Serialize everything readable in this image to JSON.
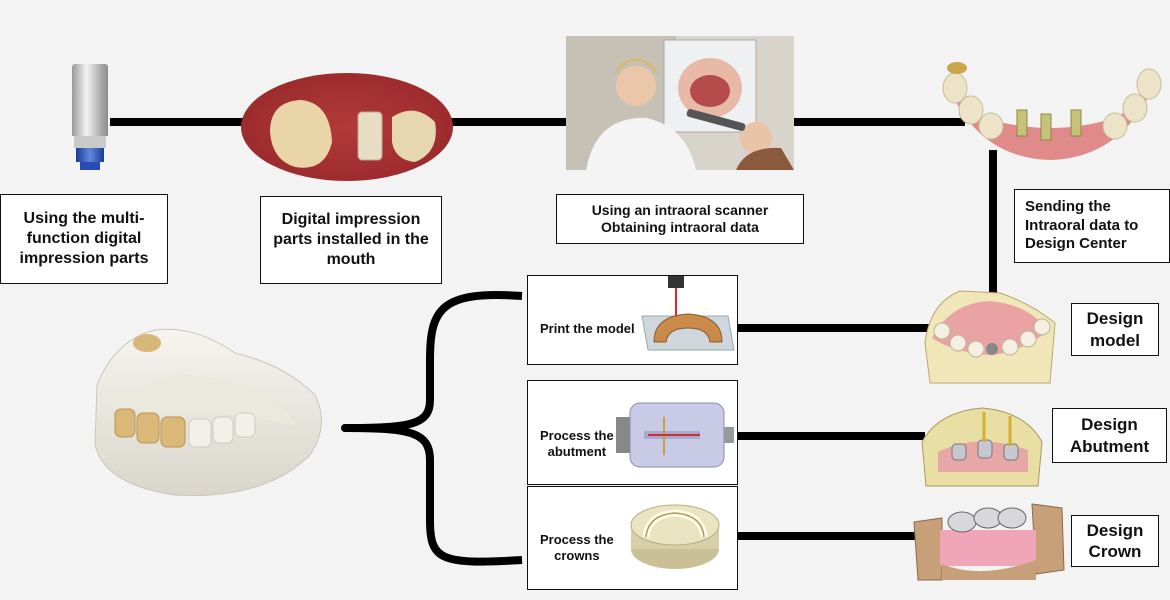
{
  "steps": {
    "impression_parts": "Using the multi-function digital impression parts",
    "installed_mouth": "Digital impression parts installed in the mouth",
    "intraoral_scanner": "Using an intraoral scanner\nObtaining intraoral data",
    "sending_data": "Sending the Intraoral data to Design Center"
  },
  "manufacturing": {
    "print_model": "Print the model",
    "process_abutment": "Process the\nabutment",
    "process_crowns": "Process the\ncrowns"
  },
  "design": {
    "model": "Design\nmodel",
    "abutment": "Design\nAbutment",
    "crown": "Design\nCrown"
  },
  "icons": [
    "scan-body-icon",
    "mouth-photo-icon",
    "dentist-scan-photo-icon",
    "implant-arch-icon",
    "printed-model-icon",
    "milling-machine-icon",
    "crown-disc-icon",
    "design-model-icon",
    "design-abutment-icon",
    "design-crown-icon",
    "final-model-icon"
  ]
}
